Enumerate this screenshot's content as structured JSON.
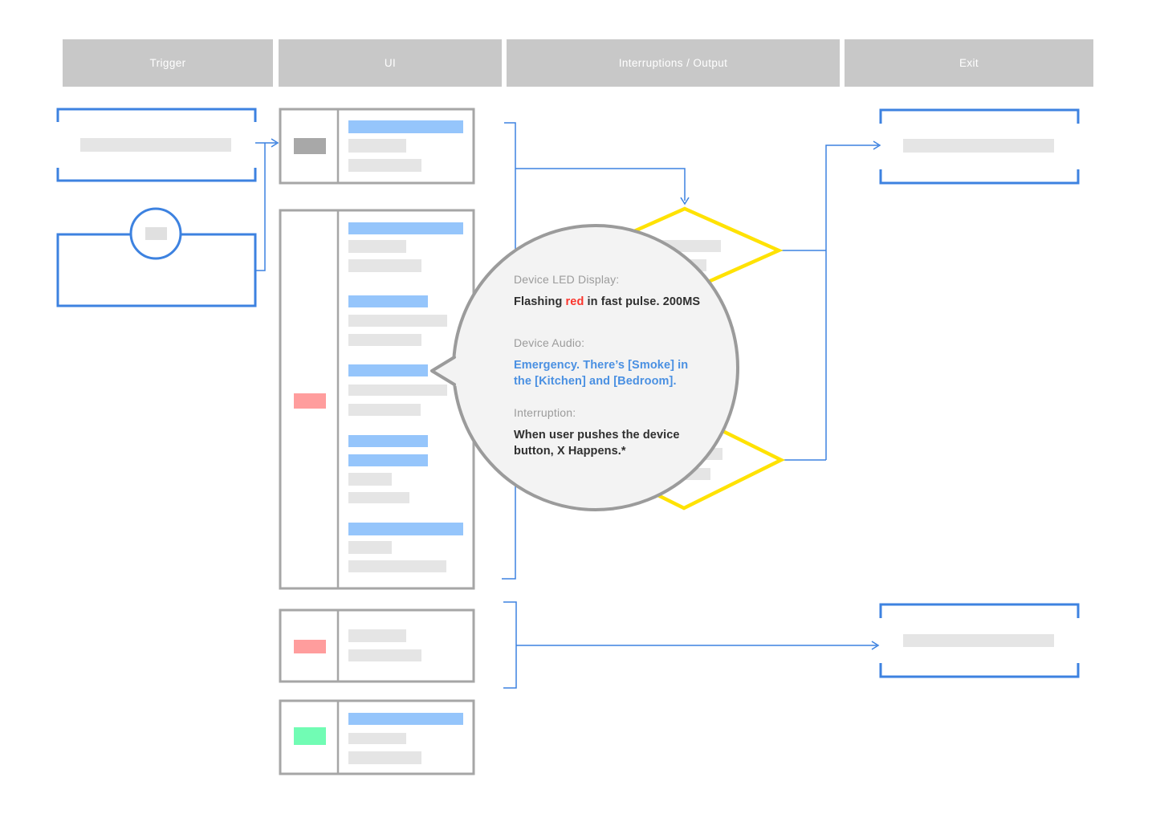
{
  "headers": [
    {
      "id": "trigger",
      "label": "Trigger"
    },
    {
      "id": "ui",
      "label": "UI"
    },
    {
      "id": "interruptions",
      "label": "Interruptions / Output"
    },
    {
      "id": "exit",
      "label": "Exit"
    }
  ],
  "bubble": {
    "led_label": "Device LED Display:",
    "led_prefix": "Flashing ",
    "led_highlight": "red",
    "led_suffix": " in fast pulse. 200MS",
    "audio_label": "Device Audio:",
    "audio_text": "Emergency. There’s [Smoke] in the [Kitchen] and [Bedroom].",
    "interruption_label": "Interruption:",
    "interruption_text": "When user pushes the device button, X Happens.*"
  },
  "ui_rows": [
    {
      "swatch": "gray"
    },
    {
      "swatch": "red"
    },
    {
      "swatch": "red"
    },
    {
      "swatch": "green"
    }
  ],
  "colors": {
    "accent_blue": "#3d82e0",
    "header_bg": "#c8c8c8",
    "box_border": "#a6a6a6",
    "diamond_yellow": "#ffe203",
    "bar_blue": "#95c5fb",
    "bar_gray": "#e5e5e5",
    "swatch_gray": "#a8a8a8",
    "swatch_red": "#ff9d9d",
    "swatch_green": "#71fcb4",
    "bubble_bg": "#f3f3f3",
    "bubble_border": "#9b9b9b",
    "text_gray": "#9b9b9b",
    "text_dark": "#2f2f2f",
    "text_blue": "#4a90e2",
    "text_red": "#fb352c"
  }
}
